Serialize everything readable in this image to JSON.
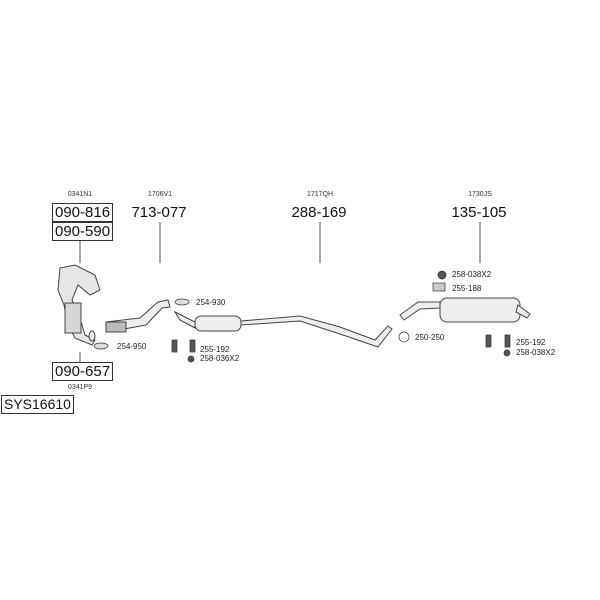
{
  "system_code": "SYS16610",
  "groups": [
    {
      "ref": "0341N1",
      "parts": [
        "090-816",
        "090-590"
      ]
    },
    {
      "ref": "0341P9",
      "parts": [
        "090-657"
      ]
    },
    {
      "ref": "1706V1",
      "part": "713-077"
    },
    {
      "ref": "1717QH",
      "part": "288-169"
    },
    {
      "ref": "1730JS",
      "part": "135-105"
    }
  ],
  "accessories": {
    "gasket_front": "254-950",
    "gasket_mid": "254-930",
    "hanger_mid": "255-192",
    "rubber_mid": "258-036X2",
    "clamp": "250-250",
    "rubber_rear_top": "258-038X2",
    "hanger_rear_top": "255-188",
    "hanger_rear": "255-192",
    "rubber_rear": "258-038X2"
  }
}
